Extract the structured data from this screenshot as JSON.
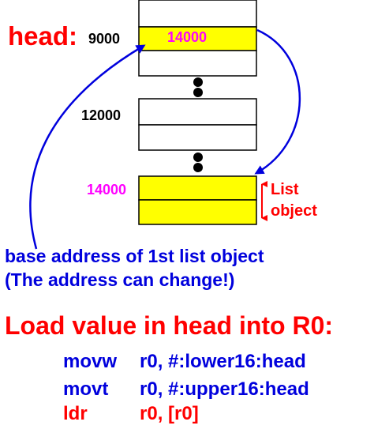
{
  "memory": {
    "head_label": "head:",
    "head_address": "9000",
    "head_value": "14000",
    "middle_address": "12000",
    "list_address": "14000",
    "list_label_line1": "List",
    "list_label_line2": "object"
  },
  "caption": {
    "line1": "base address of 1st list object",
    "line2": "(The address can change!)"
  },
  "heading": "Load value in head into R0:",
  "code": [
    {
      "op": "movw",
      "args": "r0, #:lower16:head"
    },
    {
      "op": "movt",
      "args": "r0, #:upper16:head"
    },
    {
      "op": "ldr",
      "args": "r0, [r0]"
    }
  ],
  "colors": {
    "memory_cell_fill": "#ffff00",
    "label_red": "#ff0000",
    "address_magenta": "#ff00ff",
    "arrow_blue": "#0000dd"
  }
}
